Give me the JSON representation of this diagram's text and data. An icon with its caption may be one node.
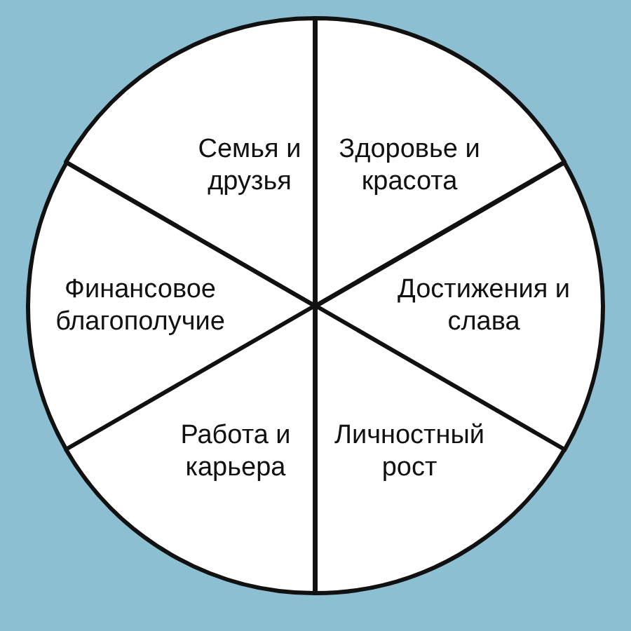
{
  "diagram": {
    "nodes": [
      {
        "text": [
          "Семья и друзья"
        ]
      },
      {
        "text": [
          "Здоровье и красота"
        ]
      },
      {
        "text": [
          "Финансовое благополучие"
        ]
      },
      {
        "text": [
          "Достижения и слава"
        ]
      },
      {
        "text": [
          "Работа и карьера"
        ]
      },
      {
        "text": [
          "Личностный рост"
        ]
      }
    ]
  }
}
